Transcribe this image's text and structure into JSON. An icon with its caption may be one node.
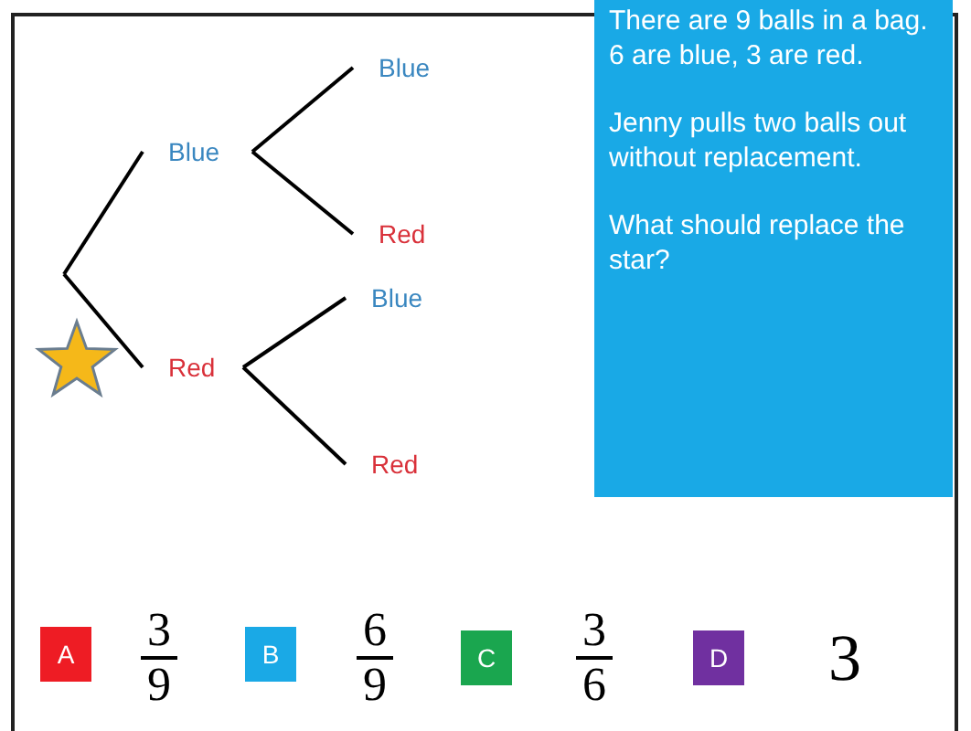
{
  "diagram": {
    "nodes": [
      {
        "text": [
          "Blue"
        ]
      },
      {
        "text": [
          "Red"
        ]
      },
      {
        "text": [
          "Blue"
        ]
      },
      {
        "text": [
          "Red"
        ]
      },
      {
        "text": [
          "Blue"
        ]
      },
      {
        "text": [
          "Red"
        ]
      },
      {
        "text": [
          "There are 9 balls in a bag. 6 are blue, 3 are red.",
          "Jenny pulls two balls out without replacement.",
          "What should replace the star?"
        ]
      },
      {
        "text": [
          "A"
        ],
        "beside": [
          "3",
          "9"
        ]
      },
      {
        "text": [
          "B"
        ],
        "beside": [
          "6",
          "9"
        ]
      },
      {
        "text": [
          "C"
        ],
        "beside": [
          "3",
          "6"
        ]
      },
      {
        "text": [
          "D"
        ],
        "beside": [
          "3"
        ]
      }
    ],
    "edges": [
      {
        "from": null,
        "to": 0,
        "arrow": "none"
      },
      {
        "from": null,
        "to": 1,
        "arrow": "none"
      },
      {
        "from": 0,
        "to": 2,
        "arrow": "none"
      },
      {
        "from": 0,
        "to": 3,
        "arrow": "none"
      },
      {
        "from": 1,
        "to": 4,
        "arrow": "none"
      },
      {
        "from": 1,
        "to": 5,
        "arrow": "none"
      }
    ]
  }
}
